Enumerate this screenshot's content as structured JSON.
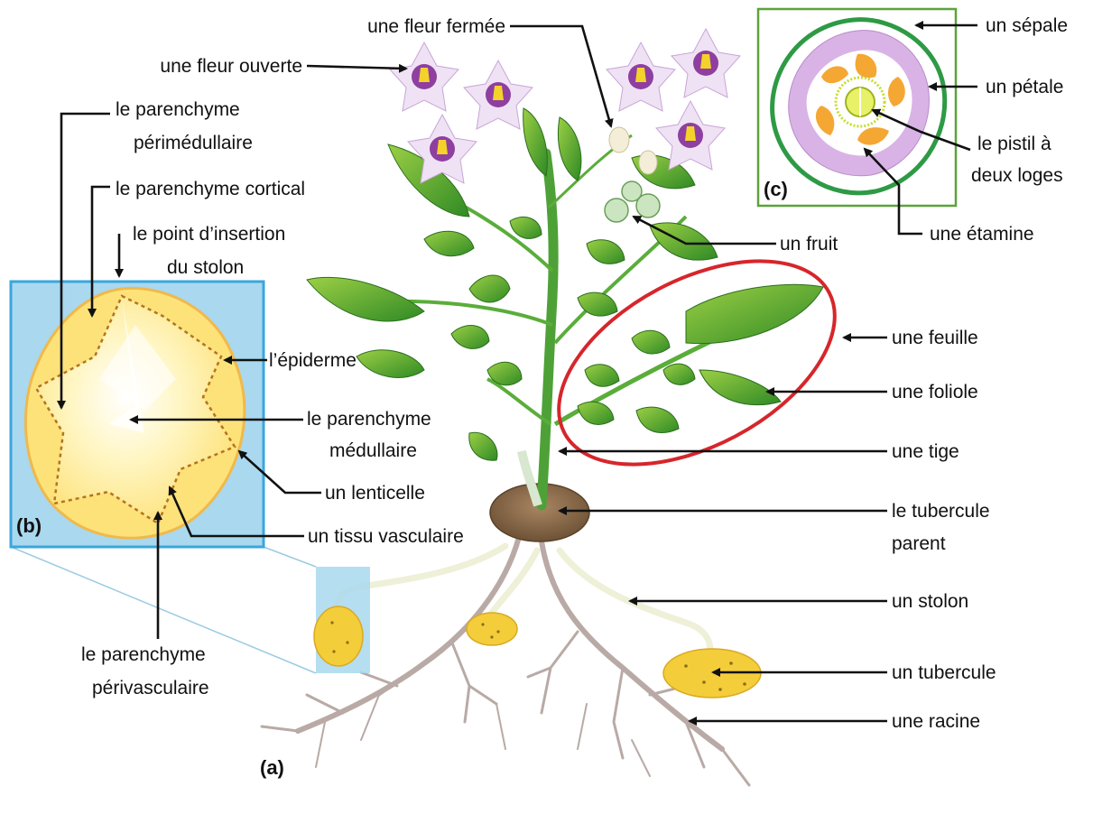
{
  "panels": {
    "a": "(a)",
    "b": "(b)",
    "c": "(c)"
  },
  "labels": {
    "fleur_fermee": "une fleur fermée",
    "fleur_ouverte": "une fleur ouverte",
    "parenchyme_perimedullaire_1": "le parenchyme",
    "parenchyme_perimedullaire_2": "périmédullaire",
    "parenchyme_cortical": "le parenchyme cortical",
    "point_insertion_1": "le point d’insertion",
    "point_insertion_2": "du stolon",
    "epiderme": "l’épiderme",
    "parenchyme_medullaire_1": "le parenchyme",
    "parenchyme_medullaire_2": "médullaire",
    "lenticelle": "un lenticelle",
    "tissu_vasculaire": "un tissu vasculaire",
    "parenchyme_perivasculaire_1": "le parenchyme",
    "parenchyme_perivasculaire_2": "périvasculaire",
    "sepale": "un sépale",
    "petale": "un pétale",
    "pistil_1": "le pistil à",
    "pistil_2": "deux loges",
    "etamine": "une étamine",
    "fruit": "un fruit",
    "feuille": "une feuille",
    "foliole": "une foliole",
    "tige": "une tige",
    "tubercule_parent_1": "le tubercule",
    "tubercule_parent_2": "parent",
    "stolon": "un stolon",
    "tubercule": "un tubercule",
    "racine": "une racine"
  },
  "colors": {
    "cross_section_bg": "#a9d8ef",
    "cross_section_border": "#3aa6dd",
    "tuber_flesh": "#fde27a",
    "tuber_skin": "#f0b94b",
    "leaf": "#3f9a2b",
    "leaf_light": "#8cc43c",
    "flower": "#d9b3e6",
    "flower_center": "#7b2a8c",
    "highlight_ellipse": "#d6262b",
    "flower_panel_border": "#5ba33b",
    "parent_tuber": "#8b6a4a",
    "root": "#b9aaa6"
  }
}
